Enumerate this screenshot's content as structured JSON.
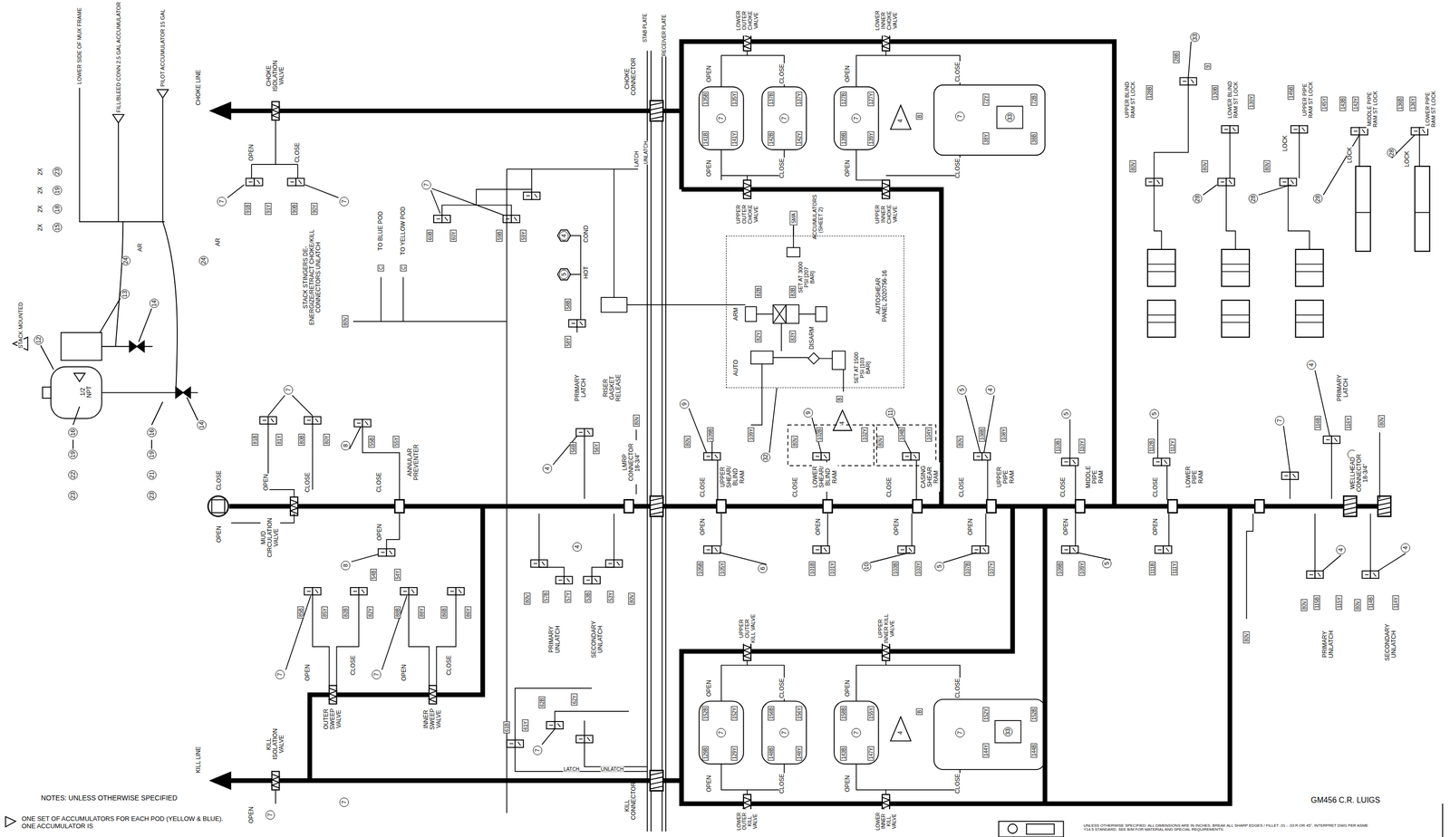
{
  "diagram": {
    "nodes": [
      {
        "text": [
          "AUTOSHEAR PANEL 2020756-16"
        ]
      },
      {
        "text": [
          "5MA"
        ]
      }
    ],
    "edges": [
      {
        "from": 1,
        "to": 0,
        "arrow": "none"
      }
    ],
    "labels": [
      "STACK MOUNTED",
      "LOWER SIDE OF MUX FRAME",
      "FILL/BLEED CONN 2.5 GAL ACCUMULATOR",
      "PILOT ACCUMULATOR 15 GAL",
      "2X",
      "15",
      "2X",
      "18",
      "2X",
      "19",
      "2X",
      "23",
      "24",
      "AR",
      "24",
      "AR",
      "13",
      "12",
      "14",
      "1/2 NPT",
      "14",
      "16",
      "19",
      "22",
      "23",
      "16",
      "19",
      "21",
      "23",
      "CHOKE LINE",
      "CHOKE ISOLATION VALVE",
      "OPEN",
      "CLOSE",
      "7",
      "91B",
      "91Y",
      "90B",
      "90Y",
      "7",
      "STACK STINGERS DE-ENERGIZE/RETRACT CHOKE/KILL CONNECTORS UNLATCH",
      "80V",
      "TO BLUE POD",
      "C",
      "TO YELLOW POD",
      "C",
      "7",
      "60B",
      "60Y",
      "59B",
      "59Y",
      "4",
      "COND",
      "5",
      "HOT",
      "58B",
      "58Y",
      "PRIMARY LATCH",
      "RISER GASKET RELEASE",
      "80V",
      "56B",
      "56Y",
      "4",
      "LMRP CONNECTOR 18-3/4\"",
      "CHOKE CONNECTOR",
      "STAB PLATE",
      "RECEIVER PLATE",
      "LATCH",
      "UNLATCH",
      "7",
      "81B",
      "81Y",
      "80B",
      "80Y",
      "OPEN",
      "CLOSE",
      "8",
      "55B",
      "55Y",
      "CLOSE",
      "ANNULAR PREVENTER",
      "CLOSE",
      "OPEN",
      "MUD CIRCULATION VALVE",
      "OPEN",
      "8",
      "54B",
      "54Y",
      "85B",
      "85Y",
      "82B",
      "82Y",
      "88B",
      "88Y",
      "86B",
      "86Y",
      "7",
      "OPEN",
      "CLOSE",
      "7",
      "OPEN",
      "CLOSE",
      "OUTER SWEEP VALVE",
      "INNER SWEEP VALVE",
      "KILL LINE",
      "KILL ISOLATION VALVE",
      "OPEN",
      "7",
      "7",
      "4",
      "80V",
      "57B",
      "57Y",
      "53B",
      "53Y",
      "80V",
      "PRIMARY UNLATCH",
      "SECONDARY UNLATCH",
      "7",
      "61B",
      "61Y",
      "62B",
      "62Y",
      "LATCH",
      "UNLATCH",
      "KILL CONNECTOR",
      "LOWER OUTER CHOKE VALVE",
      "LOWER INNER CHOKE VALVE",
      "UPPER OUTER CHOKE VALVE",
      "UPPER INNER CHOKE VALVE",
      "OPEN",
      "135B",
      "7",
      "135Y",
      "141B",
      "141Y",
      "OPEN",
      "CLOSE",
      "137B",
      "7",
      "137Y",
      "142B",
      "142Y",
      "CLOSE",
      "OPEN",
      "127B",
      "7",
      "127Y",
      "139B",
      "139Y",
      "OPEN",
      "CLOSE",
      "7",
      "CLOSE",
      "4",
      "B",
      "33",
      "72Y",
      "72B",
      "38Y",
      "38B",
      "ACCUMULATORS (SHEET 2)",
      "SET AT 3000 PSI [207 BAR]",
      "ARM",
      "82B",
      "82Y",
      "DISARM",
      "83B",
      "83Y",
      "AUTO",
      "SET AT 1500 PSI [103 BAR]",
      "B",
      "4",
      "9",
      "9",
      "11",
      "32",
      "80V",
      "109B",
      "109Y",
      "80V",
      "102B",
      "102Y",
      "80V",
      "104B",
      "104Y",
      "CLOSE",
      "UPPER SHEAR/ BLIND RAM",
      "CLOSE",
      "LOWER SHEAR/ BLIND RAM",
      "CLOSE",
      "CASING SHEAR RAM",
      "5",
      "4",
      "80V",
      "108B",
      "108Y",
      "CLOSE",
      "UPPER PIPE RAM",
      "5",
      "110B",
      "110Y",
      "CLOSE",
      "MIDDLE PIPE RAM",
      "5",
      "112B",
      "112Y",
      "CLOSE",
      "LOWER PIPE RAM",
      "OPEN",
      "105B",
      "105Y",
      "6",
      "OPEN",
      "101B",
      "101Y",
      "10",
      "OPEN",
      "103B",
      "103Y",
      "5",
      "OPEN",
      "107B",
      "107Y",
      "OPEN",
      "109B",
      "109Y",
      "5",
      "OPEN",
      "111B",
      "111Y",
      "UPPER OUTER KILL VALVE",
      "UPPER INNER KILL VALVE",
      "LOWER OUTER KILL VALVE",
      "LOWER INNER KILL VALVE",
      "OPEN",
      "152B",
      "7",
      "152Y",
      "129B",
      "129Y",
      "OPEN",
      "CLOSE",
      "156B",
      "7",
      "156Y",
      "148B",
      "148Y",
      "CLOSE",
      "OPEN",
      "158B",
      "7",
      "155Y",
      "143B",
      "147Y",
      "OPEN",
      "CLOSE",
      "7",
      "CLOSE",
      "4",
      "B",
      "33",
      "144Y",
      "152Y",
      "144B",
      "152B",
      "UPPER BLIND RAM ST LOCK",
      "128B",
      "28B",
      "33",
      "9",
      "LOWER BLIND RAM ST LOCK",
      "130B",
      "130Y",
      "UPPER PIPE RAM ST LOCK",
      "145B",
      "145Y",
      "MIDDLE PIPE RAM ST LOCK",
      "143B",
      "143Y",
      "LOWER PIPE RAM ST LOCK",
      "136B",
      "136Y",
      "80V",
      "80V",
      "80V",
      "LOCK",
      "LOCK",
      "LOCK",
      "28",
      "28",
      "28",
      "28",
      "4",
      "PRIMARY LATCH",
      "116B",
      "116Y",
      "17",
      "7",
      "WELLHEAD CONNECTOR 18-3/4\"",
      "80V",
      "4",
      "4",
      "80V",
      "115B",
      "115Y",
      "80V",
      "114B",
      "114Y",
      "PRIMARY UNLATCH",
      "SECONDARY UNLATCH",
      "80V",
      "GM456 C.R. LUIGS",
      "NOTES: UNLESS OTHERWISE SPECIFIED",
      "ONE SET OF ACCUMULATORS FOR EACH POD (YELLOW & BLUE). ONE ACCUMULATOR IS",
      "UNLESS OTHERWISE SPECIFIED: ALL DIMENSIONS ARE IN INCHES. BREAK ALL SHARP EDGES / FILLET .01 - .03 R OR 45°. INTERPRET DWG PER ASME Y14.5 STANDARD. SEE B/M FOR MATERIAL AND SPECIAL REQUIREMENTS."
    ]
  }
}
